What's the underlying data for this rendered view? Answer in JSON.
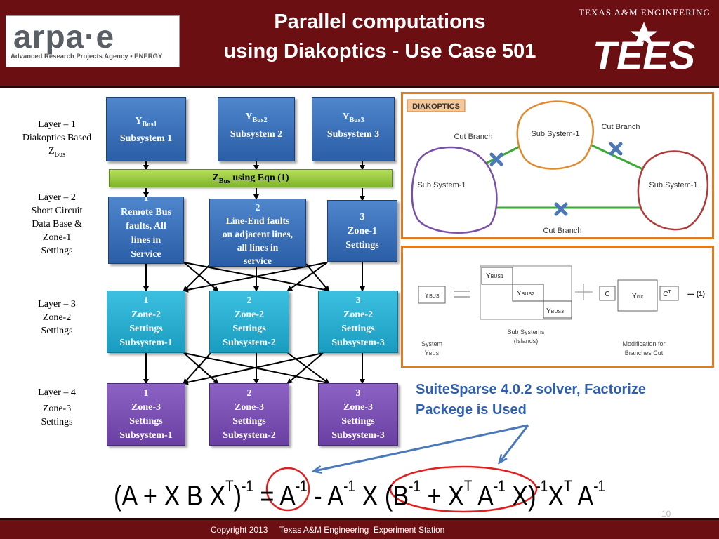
{
  "header": {
    "title_line1": "Parallel computations",
    "title_line2": "using Diakoptics - Use Case 501",
    "left_logo_text": "arpa·e",
    "left_logo_sub": "Advanced Research Projects Agency • ENERGY",
    "right_logo_top": "TEXAS A&M ENGINEERING",
    "right_logo_mark": "TEES"
  },
  "layers": {
    "l1": [
      "Layer – 1",
      "Diakoptics Based",
      "Z",
      "Bus"
    ],
    "l2": [
      "Layer – 2",
      "Short Circuit",
      "Data Base &",
      "Zone-1",
      "Settings"
    ],
    "l3": [
      "Layer – 3",
      "Zone-2",
      "Settings"
    ],
    "l4": [
      "Layer – 4",
      "Zone-3",
      "Settings"
    ]
  },
  "row1": [
    {
      "y": "Y",
      "sub": "Bus1",
      "label": "Subsystem 1"
    },
    {
      "y": "Y",
      "sub": "Bus2",
      "label": "Subsystem 2"
    },
    {
      "y": "Y",
      "sub": "Bus3",
      "label": "Subsystem 3"
    }
  ],
  "zbus_bar": {
    "z": "Z",
    "sub": "Bus",
    "rest": " using Eqn (1)"
  },
  "row2": [
    [
      "1",
      "Remote Bus",
      "faults, All",
      "lines in",
      "Service"
    ],
    [
      "2",
      "Line-End faults",
      "on adjacent lines,",
      "all lines in",
      "service"
    ],
    [
      "3",
      "Zone-1",
      "Settings"
    ]
  ],
  "row3": [
    [
      "1",
      "Zone-2",
      "Settings",
      "Subsystem-1"
    ],
    [
      "2",
      "Zone-2",
      "Settings",
      "Subsystem-2"
    ],
    [
      "3",
      "Zone-2",
      "Settings",
      "Subsystem-3"
    ]
  ],
  "row4": [
    [
      "1",
      "Zone-3",
      "Settings",
      "Subsystem-1"
    ],
    [
      "2",
      "Zone-3",
      "Settings",
      "Subsystem-2"
    ],
    [
      "3",
      "Zone-3",
      "Settings",
      "Subsystem-3"
    ]
  ],
  "diakoptics_panel": {
    "tag": "DIAKOPTICS",
    "subsystems": [
      "Sub System-1",
      "Sub System-1",
      "Sub System-1"
    ],
    "cut_branches": [
      "Cut Branch",
      "Cut Branch",
      "Cut Branch"
    ]
  },
  "matrix_panel": {
    "ybus": "Y",
    "ybus_sub": "BUS",
    "blocks": [
      [
        "Y",
        "BUS1"
      ],
      [
        "Y",
        "BUS2"
      ],
      [
        "Y",
        "BUS3"
      ]
    ],
    "c": "C",
    "ycut": "Y",
    "ycut_sub": "cut",
    "ct": "C",
    "ct_sup": "T",
    "eq_num": "--- (1)",
    "caption_system": [
      "System",
      "Y"
    ],
    "caption_system_sub": "BUS",
    "caption_sub": [
      "Sub Systems",
      "(Islands)"
    ],
    "caption_mod": [
      "Modification for",
      "Branches Cut"
    ]
  },
  "note": [
    "SuiteSparse 4.0.2 solver, Factorize",
    "Packege is Used"
  ],
  "formula": {
    "lhs": "(A + X B X",
    "parts": [
      "T",
      ")",
      "-1",
      " = A",
      "-1",
      " - A",
      "-1",
      " X (",
      "B",
      "-1",
      " + X",
      "T",
      " A",
      "-1",
      " X)",
      "-1",
      "X",
      "T",
      " A",
      "-1"
    ]
  },
  "footer": {
    "text": "Copyright 2013     Texas A&M Engineering  Experiment Station",
    "page": "10"
  },
  "colors": {
    "header": "#6b0f12",
    "accent_orange": "#e07b20",
    "note_blue": "#2e5fb2",
    "highlight_red": "#e02020"
  }
}
